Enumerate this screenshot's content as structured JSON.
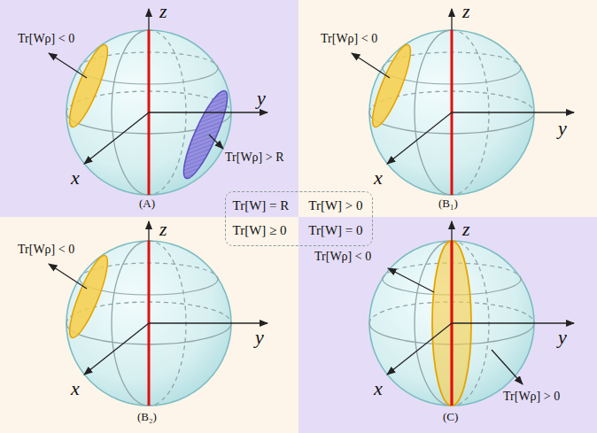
{
  "diagram": {
    "nodes": [
      {
        "text": [
          "Tr[W] = R",
          "Tr[W] > 0",
          "Tr[W] ≥ 0",
          "Tr[W] = 0"
        ]
      }
    ],
    "labels": [
      "z",
      "Tr[Wρ] < 0",
      "y",
      "x",
      "Tr[Wρ] > R",
      "(A)",
      "z",
      "Tr[Wρ] < 0",
      "y",
      "x",
      "(B₁)",
      "z",
      "Tr[Wρ] < 0",
      "y",
      "x",
      "(B₂)",
      "z",
      "Tr[Wρ] < 0",
      "y",
      "x",
      "Tr[Wρ] > 0",
      "(C)"
    ]
  }
}
